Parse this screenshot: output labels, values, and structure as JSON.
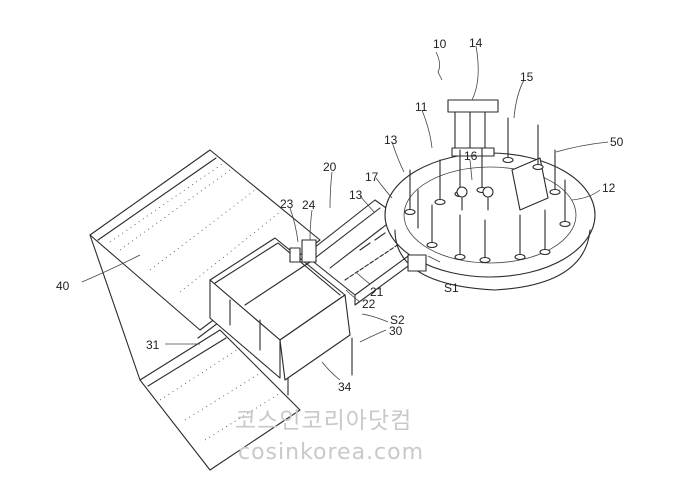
{
  "labels": {
    "l10": "10",
    "l14": "14",
    "l15": "15",
    "l11": "11",
    "l13a": "13",
    "l50": "50",
    "l16": "16",
    "l12": "12",
    "l20": "20",
    "l17": "17",
    "l24": "24",
    "l23": "23",
    "l13b": "13",
    "l40": "40",
    "l21": "21",
    "lS1": "S1",
    "l22": "22",
    "lS2": "S2",
    "l30": "30",
    "l31": "31",
    "l34": "34"
  },
  "watermark": {
    "korean": "코스인코리아닷컴",
    "site": "cosinkorea.com"
  }
}
